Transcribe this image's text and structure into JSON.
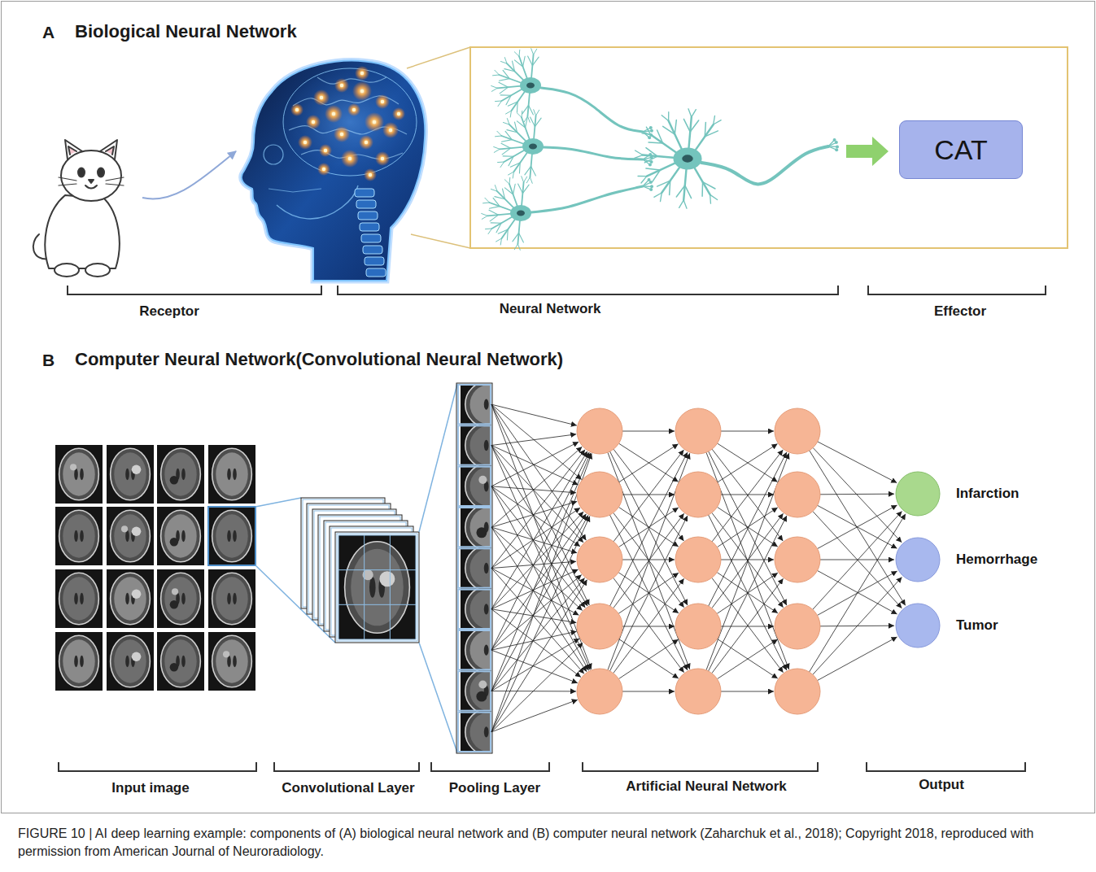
{
  "diagram": {
    "caption": "FIGURE 10 | AI deep learning example: components of (A) biological neural network and (B) computer neural network (Zaharchuk et al., 2018); Copyright 2018, reproduced with permission from American Journal of Neuroradiology.",
    "nodes": [
      {
        "text": [
          "CAT"
        ]
      },
      {
        "text": [
          "Infarction"
        ]
      },
      {
        "text": [
          "Hemorrhage"
        ]
      },
      {
        "text": [
          "Tumor"
        ]
      }
    ],
    "labels": [
      "A",
      "Biological Neural Network",
      "Receptor",
      "Neural Network",
      "Effector",
      "B",
      "Computer Neural Network(Convolutional Neural Network)",
      "Input image",
      "Convolutional Layer",
      "Pooling Layer",
      "Artificial Neural Network",
      "Output"
    ]
  }
}
